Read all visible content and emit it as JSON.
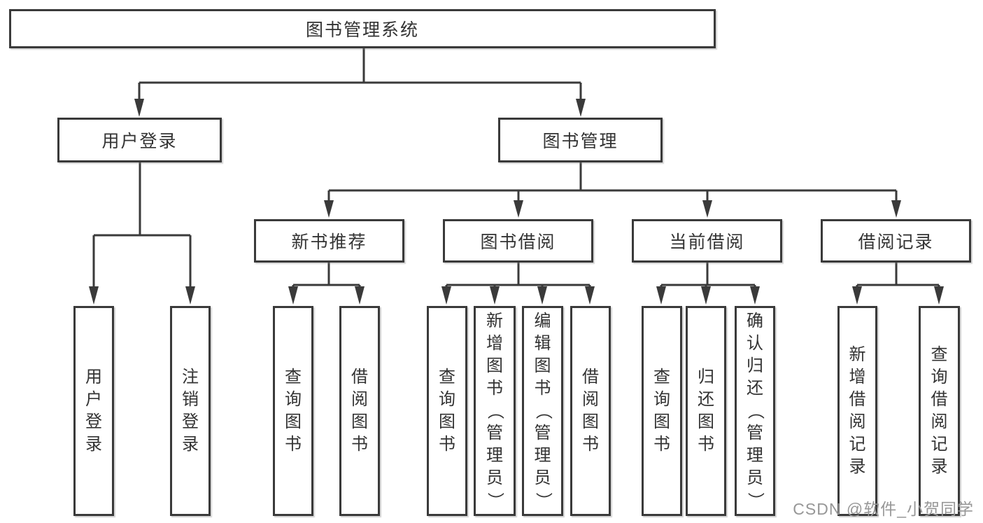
{
  "colors": {
    "line": "#3a3a3a",
    "text": "#333333",
    "box_bg": "#ffffff",
    "canvas_bg": "#ffffff",
    "watermark": "#979797"
  },
  "watermark": {
    "text": "CSDN @软件_小贺同学"
  },
  "tree": {
    "root": {
      "label": "图书管理系统"
    },
    "children": [
      {
        "label": "用户登录",
        "children": [
          {
            "label": "用户登录"
          },
          {
            "label": "注销登录"
          }
        ]
      },
      {
        "label": "图书管理",
        "children": [
          {
            "label": "新书推荐",
            "children": [
              {
                "label": "查询图书"
              },
              {
                "label": "借阅图书"
              }
            ]
          },
          {
            "label": "图书借阅",
            "children": [
              {
                "label": "查询图书"
              },
              {
                "label": "新增图书（管理员）"
              },
              {
                "label": "编辑图书（管理员）"
              },
              {
                "label": "借阅图书"
              }
            ]
          },
          {
            "label": "当前借阅",
            "children": [
              {
                "label": "查询图书"
              },
              {
                "label": "归还图书"
              },
              {
                "label": "确认归还（管理员）"
              }
            ]
          },
          {
            "label": "借阅记录",
            "children": [
              {
                "label": "新增借阅记录"
              },
              {
                "label": "查询借阅记录"
              }
            ]
          }
        ]
      }
    ]
  }
}
